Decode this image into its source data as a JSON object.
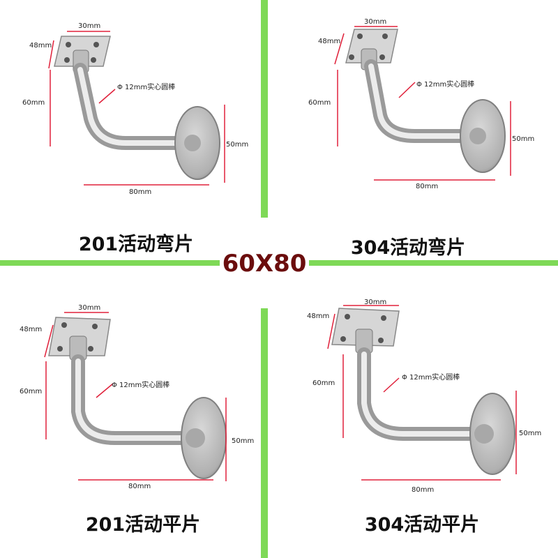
{
  "center_label": "60X80",
  "colors": {
    "divider": "#7ed957",
    "center_label": "#6b0d0d",
    "dimension_line": "#e0203a"
  },
  "panels": [
    {
      "caption": "201活动弯片",
      "dims": {
        "top": "30mm",
        "plate": "48mm",
        "height": "60mm",
        "rod": "Φ 12mm实心圆棒",
        "disc": "50mm",
        "length": "80mm"
      }
    },
    {
      "caption": "304活动弯片",
      "dims": {
        "top": "30mm",
        "plate": "48mm",
        "height": "60mm",
        "rod": "Φ 12mm实心圆棒",
        "disc": "50mm",
        "length": "80mm"
      }
    },
    {
      "caption": "201活动平片",
      "dims": {
        "top": "30mm",
        "plate": "48mm",
        "height": "60mm",
        "rod": "Φ 12mm实心圆棒",
        "disc": "50mm",
        "length": "80mm"
      }
    },
    {
      "caption": "304活动平片",
      "dims": {
        "top": "30mm",
        "plate": "48mm",
        "height": "60mm",
        "rod": "Φ 12mm实心圆棒",
        "disc": "50mm",
        "length": "80mm"
      }
    }
  ]
}
